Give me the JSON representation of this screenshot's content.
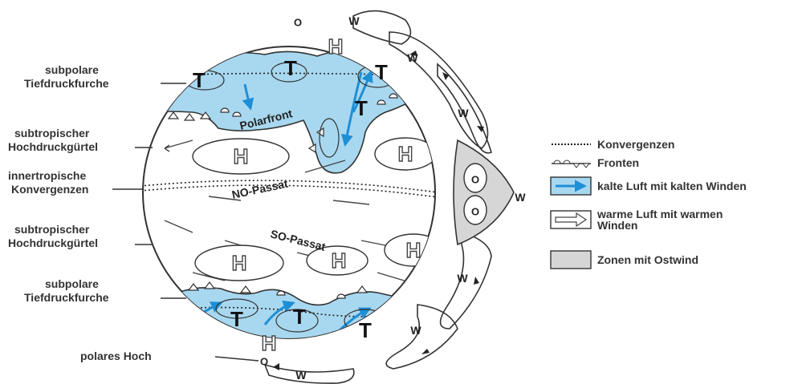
{
  "left_labels": {
    "subpolar_north": [
      "subpolare",
      "Tiefdruckfurche"
    ],
    "subtropic_north": [
      "subtropischer",
      "Hochdruckgürtel"
    ],
    "itc": [
      "innertropische",
      "Konvergenzen"
    ],
    "subtropic_south": [
      "subtropischer",
      "Hochdruckgürtel"
    ],
    "subpolar_south": [
      "subpolare",
      "Tiefdruckfurche"
    ],
    "polar_high": "polares Hoch"
  },
  "globe_labels": {
    "polarfront": "Polarfront",
    "no_passat": "NO-Passat",
    "so_passat": "SO-Passat"
  },
  "symbols": {
    "high": "H",
    "low": "T",
    "west": "W",
    "east": "O"
  },
  "legend": {
    "convergence": "Konvergenzen",
    "fronts": "Fronten",
    "cold_air": "kalte Luft mit kalten Winden",
    "warm_air": [
      "warme Luft mit warmen",
      "Winden"
    ],
    "east_zone": "Zonen mit Ostwind"
  },
  "colors": {
    "cold_air": "#a8d8f0",
    "cold_arrow": "#1e8fd6",
    "east_zone": "#d6d6d6",
    "outline": "#333333"
  }
}
